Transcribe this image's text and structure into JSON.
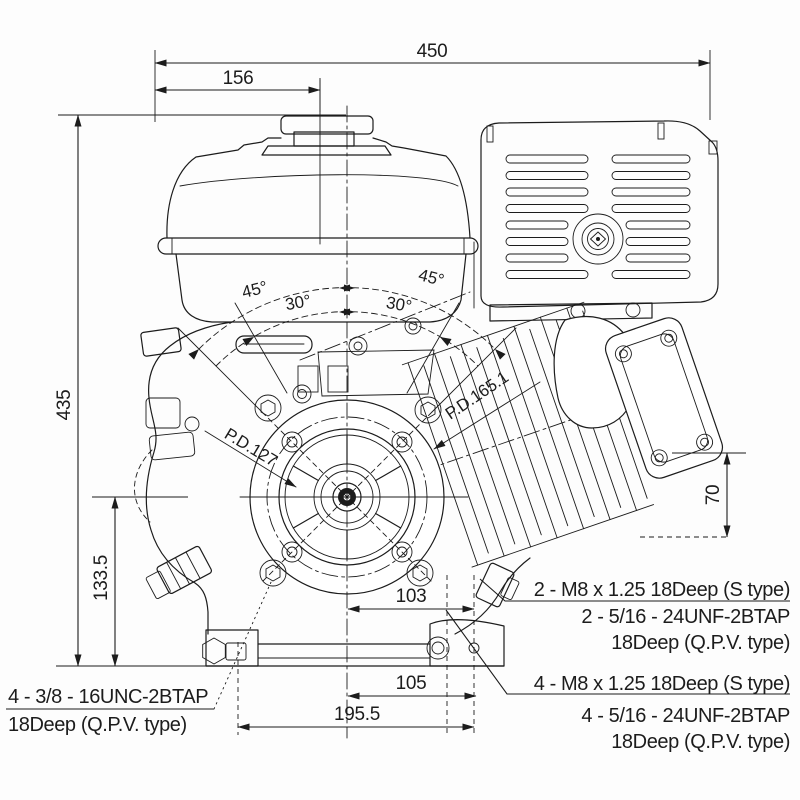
{
  "dimensions": {
    "overall_width": "450",
    "tank_offset": "156",
    "overall_height": "435",
    "crank_height": "133.5",
    "side_height": "70",
    "bolt_offset": "103",
    "foot_inner": "105",
    "foot_span": "195.5"
  },
  "angles": {
    "left_45": "45°",
    "left_30": "30°",
    "right_30": "30°",
    "right_45": "45°"
  },
  "pitch_diameters": {
    "small": "P.D.127",
    "large": "P.D.165.1"
  },
  "notes": {
    "side_upper": {
      "line1": "2 - M8 x 1.25 18Deep (S type)",
      "line2": "2 - 5/16 - 24UNF-2BTAP",
      "line3": "18Deep (Q.P.V. type)"
    },
    "side_lower": {
      "line1": "4 - M8 x 1.25 18Deep (S type)",
      "line2": "4 - 5/16 - 24UNF-2BTAP",
      "line3": "18Deep (Q.P.V. type)"
    },
    "bottom_left": {
      "line1": "4 - 3/8 - 16UNC-2BTAP",
      "line2": "18Deep (Q.P.V. type)"
    }
  },
  "colors": {
    "line": "#1c1c1c",
    "background": "#fdfdfd"
  }
}
